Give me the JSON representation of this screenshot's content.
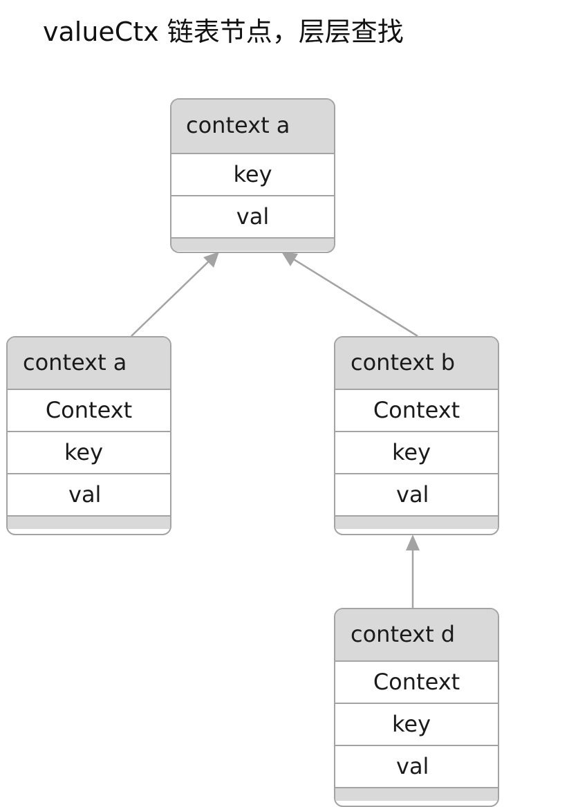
{
  "title": "valueCtx 链表节点，层层查找",
  "nodes": [
    {
      "id": "a-root",
      "header": "context a",
      "fields": [
        "key",
        "val"
      ]
    },
    {
      "id": "a-child",
      "header": "context a",
      "fields": [
        "Context",
        "key",
        "val"
      ]
    },
    {
      "id": "b",
      "header": "context b",
      "fields": [
        "Context",
        "key",
        "val"
      ]
    },
    {
      "id": "d",
      "header": "context d",
      "fields": [
        "Context",
        "key",
        "val"
      ]
    }
  ],
  "edges": [
    {
      "from": "a-child",
      "to": "a-root"
    },
    {
      "from": "b",
      "to": "a-root"
    },
    {
      "from": "d",
      "to": "b"
    }
  ],
  "colors": {
    "header_fill": "#d9d9d9",
    "border": "#a3a3a3",
    "arrow": "#a3a3a3"
  }
}
